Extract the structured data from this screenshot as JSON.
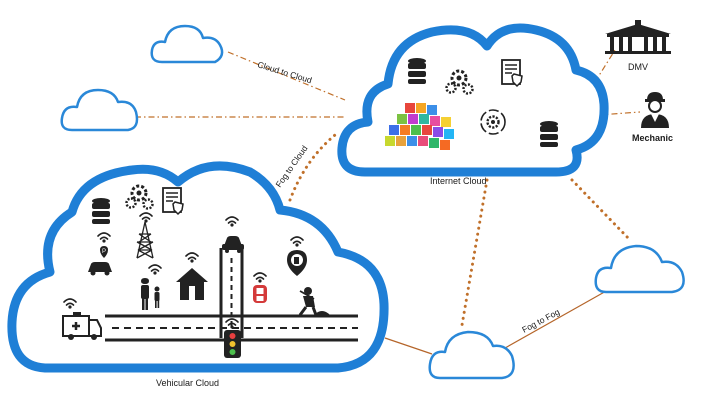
{
  "clouds": {
    "internet": "Internet Cloud",
    "vehicular": "Vehicular Cloud"
  },
  "links": {
    "cloud_to_cloud": "Cloud to Cloud",
    "fog_to_cloud": "Fog to Cloud",
    "fog_to_fog": "Fog to Fog"
  },
  "actors": {
    "dmv": "DMV",
    "mechanic": "Mechanic"
  },
  "colors": {
    "cloud_outline": "#1f7fd6",
    "fog_link": "#c0702a",
    "dash_link": "#c0702a"
  }
}
